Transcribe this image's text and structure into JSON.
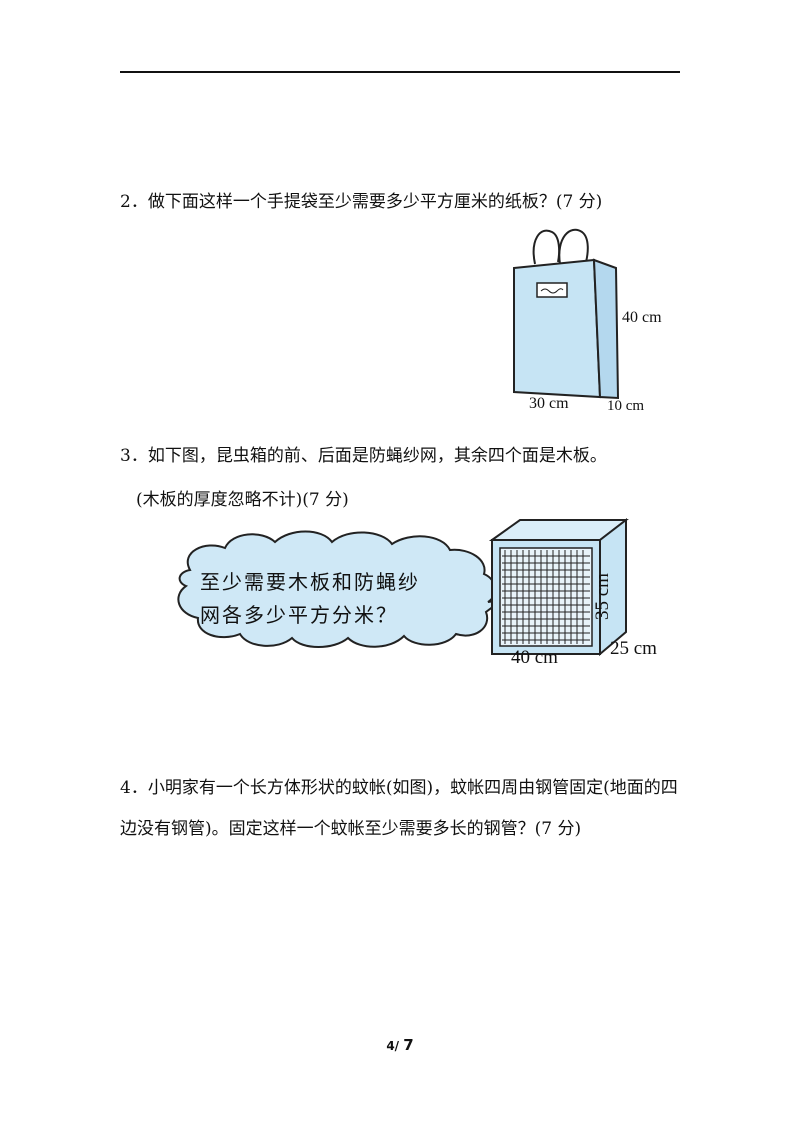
{
  "questions": {
    "q2": "2．做下面这样一个手提袋至少需要多少平方厘米的纸板？(7 分)",
    "q3_line1": "3．如下图，昆虫箱的前、后面是防蝇纱网，其余四个面是木板。",
    "q3_line2": "(木板的厚度忽略不计)(7 分)",
    "q4": "4．小明家有一个长方体形状的蚊帐(如图)，蚊帐四周由钢管固定(地面的四边没有钢管)。固定这样一个蚊帐至少需要多长的钢管？(7 分)"
  },
  "bag": {
    "height": "40 cm",
    "length": "30 cm",
    "width": "10 cm"
  },
  "box": {
    "length": "40 cm",
    "width": "25 cm",
    "height": "35 cm"
  },
  "bubble": {
    "line1": "至少需要木板和防蝇纱",
    "line2": "网各多少平方分米？"
  },
  "page": {
    "current": "4/",
    "total": "7"
  },
  "colors": {
    "bag_fill": "#c6e4f4",
    "bubble_fill": "#cfe8f6",
    "outline": "#222222"
  }
}
